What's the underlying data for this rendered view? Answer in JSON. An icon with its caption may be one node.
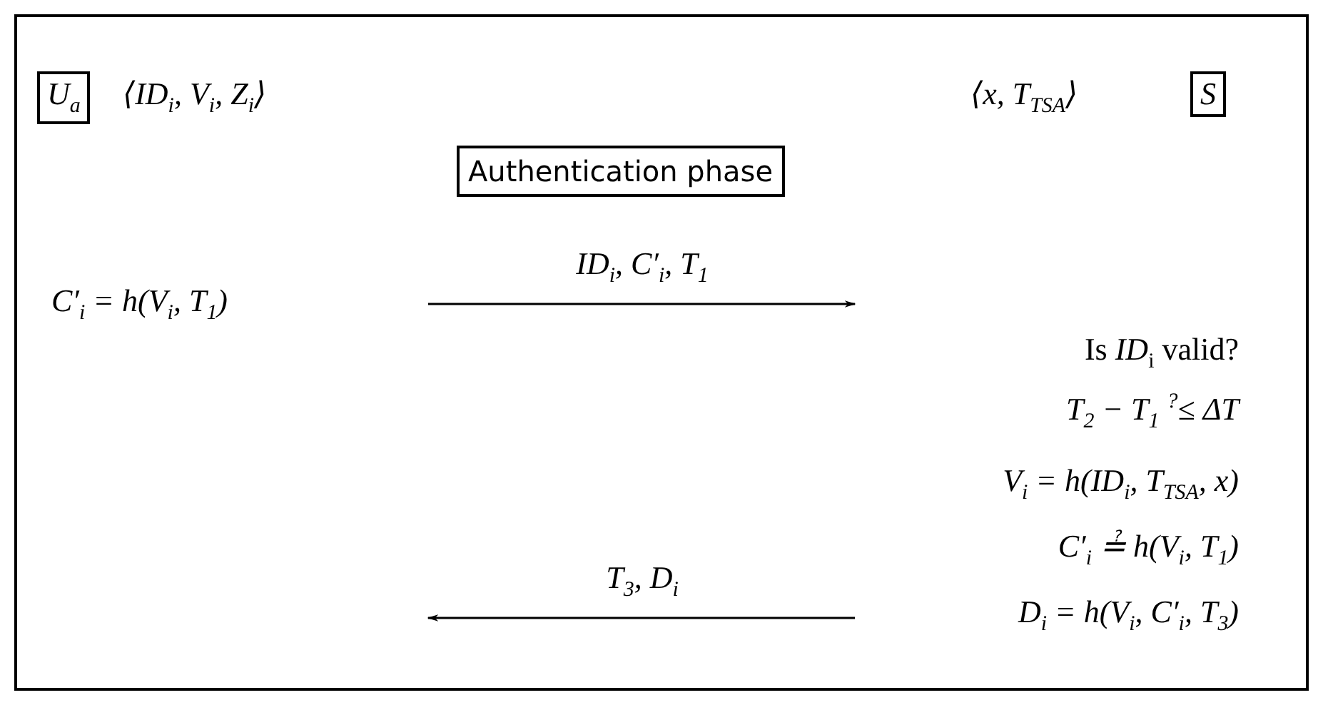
{
  "diagram": {
    "nodes": [
      {
        "text": [
          "U$_{a}$"
        ],
        "beside": [
          "⟨ID$_{i}$, V$_{i}$, Z$_{i}$⟩"
        ]
      },
      {
        "text": [
          "S"
        ],
        "beside": [
          "⟨x,  T$_{TSA}$⟩"
        ]
      },
      {
        "text": [
          "Authentication phase"
        ]
      }
    ],
    "labels": [
      "C′$_{i}$ = h(V$_{i}$, T$_{1}$)",
      "ID$_{i}$,  C′$_{i}$,  T$_{1}$",
      "Is *ID*$_{i}$ valid?",
      "T$_{2}$ − T$_{1}$ $^{?}$≤ ΔT",
      "V$_{i}$ = h(ID$_{i}$, T$_{TSA}$, x)",
      "C′$_{i}$ ≟ h(V$_{i}$, T$_{1}$)",
      "T$_{3}$,  D$_{i}$",
      "D$_{i}$ = h(V$_{i}$,  C′$_{i}$,  T$_{3}$)"
    ]
  }
}
